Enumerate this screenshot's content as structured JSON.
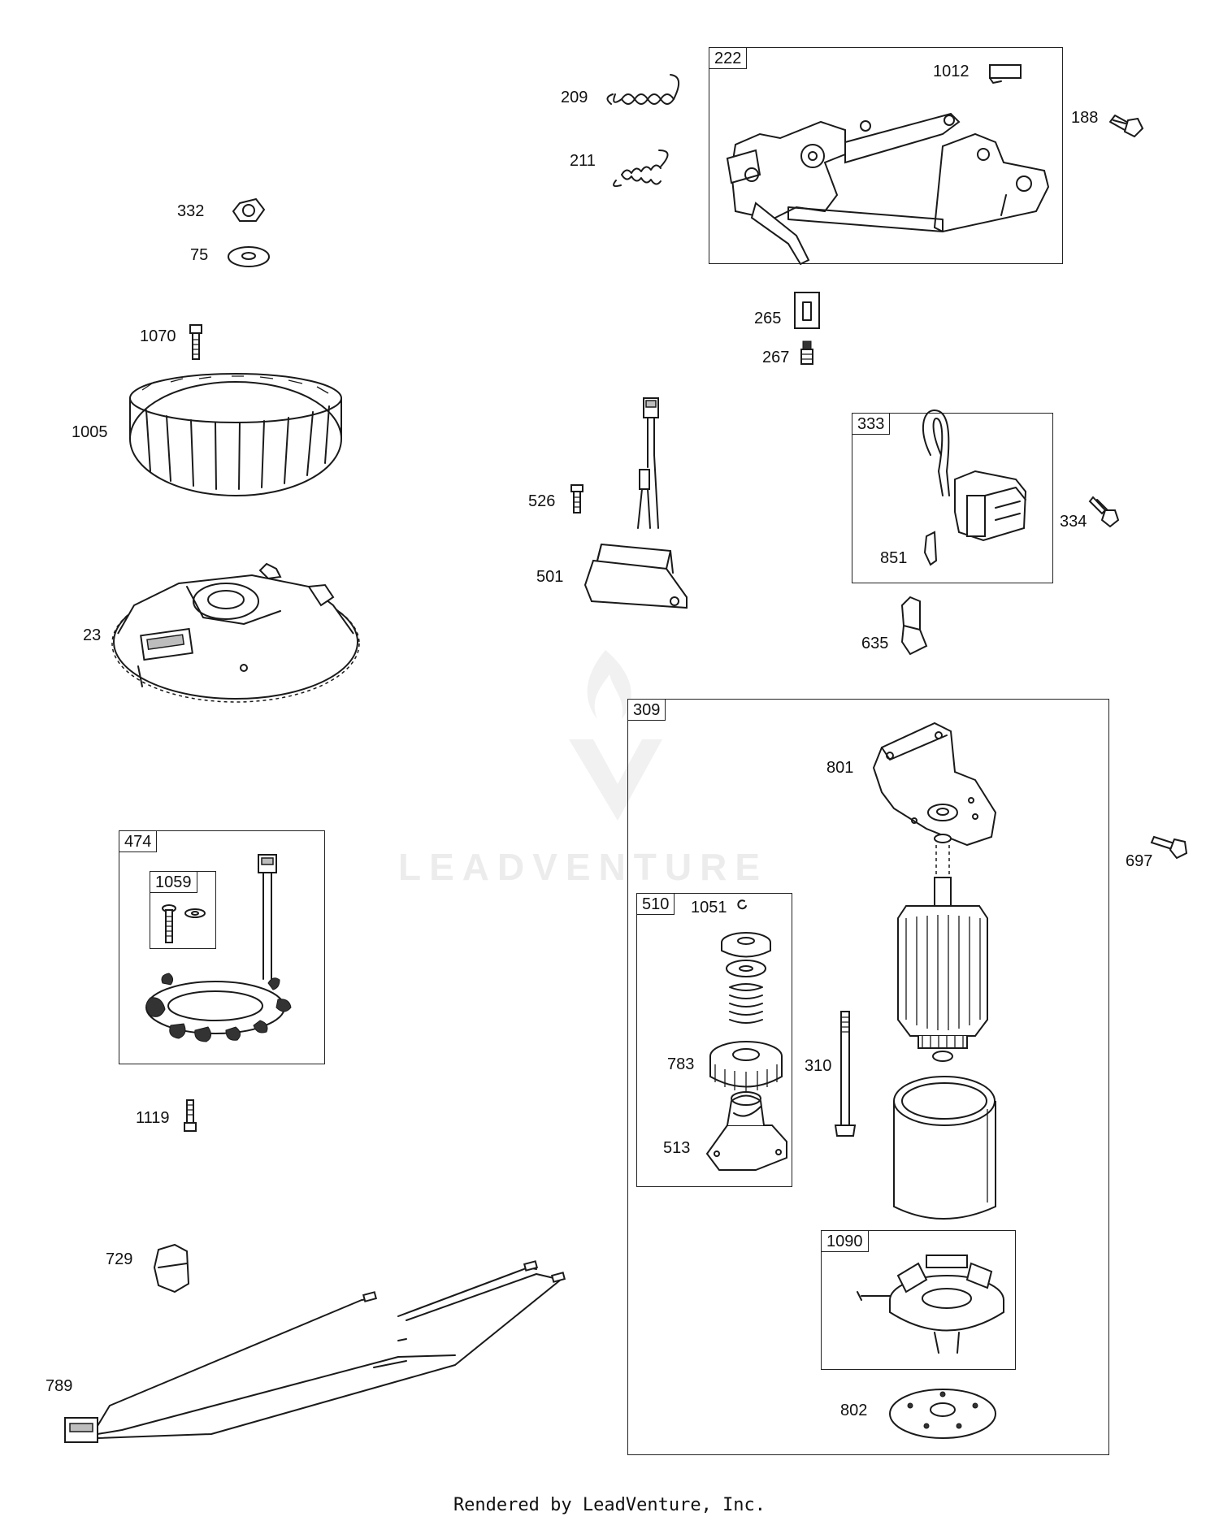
{
  "labels": {
    "p209": "209",
    "p211": "211",
    "p222": "222",
    "p1012": "1012",
    "p188": "188",
    "p332": "332",
    "p75": "75",
    "p1070": "1070",
    "p1005": "1005",
    "p23": "23",
    "p265": "265",
    "p267": "267",
    "p526": "526",
    "p501": "501",
    "p333": "333",
    "p851": "851",
    "p334": "334",
    "p635": "635",
    "p309": "309",
    "p801": "801",
    "p697": "697",
    "p474": "474",
    "p1059": "1059",
    "p510": "510",
    "p1051": "1051",
    "p783": "783",
    "p513": "513",
    "p310": "310",
    "p1119": "1119",
    "p1090": "1090",
    "p729": "729",
    "p789": "789",
    "p802": "802"
  },
  "watermark": "LEADVENTURE",
  "footer": "Rendered by LeadVenture, Inc."
}
